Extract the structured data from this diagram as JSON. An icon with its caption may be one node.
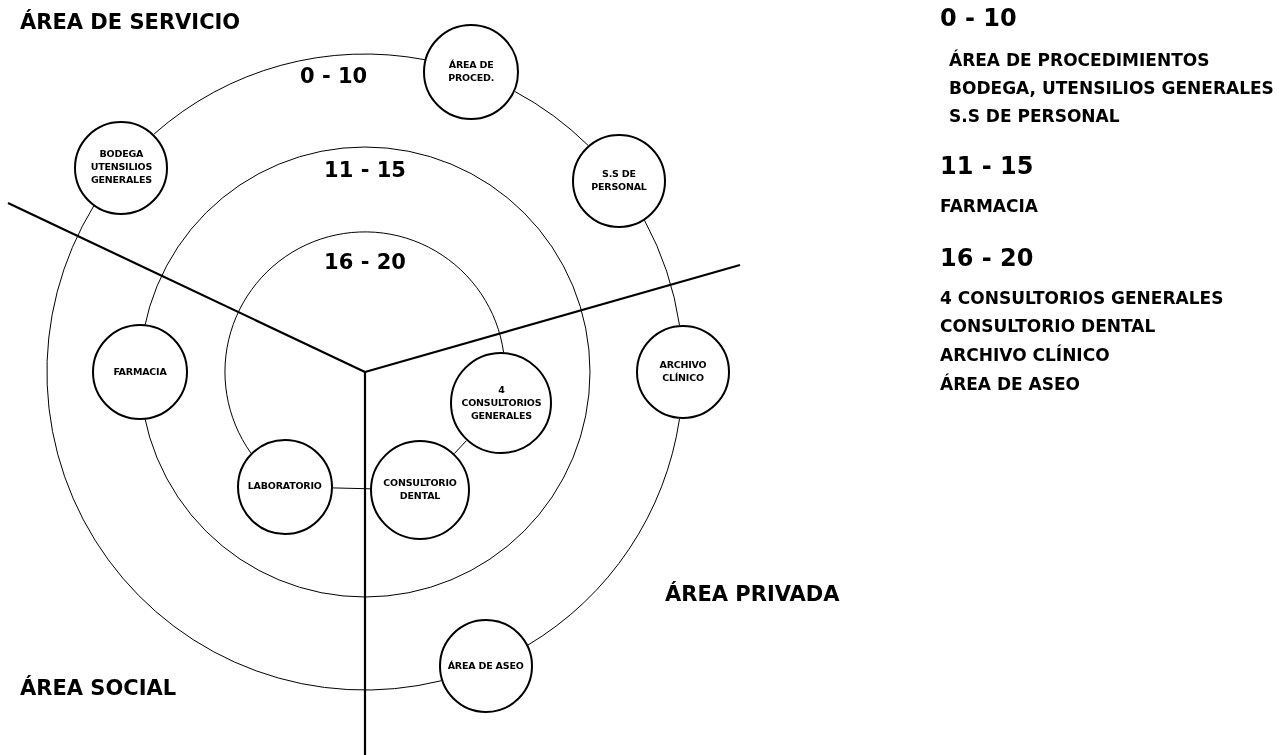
{
  "diagram": {
    "nodes": [
      {
        "text": [
          "ÁREA DE PROCED."
        ]
      },
      {
        "text": [
          "BODEGA UTENSILIOS GENERALES"
        ]
      },
      {
        "text": [
          "S.S DE PERSONAL"
        ]
      },
      {
        "text": [
          "FARMACIA"
        ]
      },
      {
        "text": [
          "4 CONSULTORIOS GENERALES"
        ]
      },
      {
        "text": [
          "ARCHIVO CLÍNICO"
        ]
      },
      {
        "text": [
          "LABORATORIO"
        ]
      },
      {
        "text": [
          "CONSULTORIO DENTAL"
        ]
      },
      {
        "text": [
          "ÁREA DE ASEO"
        ]
      }
    ],
    "edges": [
      {
        "from": 1,
        "to": 0,
        "arrow": "none"
      },
      {
        "from": 0,
        "to": 2,
        "arrow": "none"
      },
      {
        "from": 2,
        "to": 5,
        "arrow": "none"
      },
      {
        "from": 5,
        "to": 8,
        "arrow": "none"
      },
      {
        "from": 8,
        "to": 1,
        "arrow": "none"
      },
      {
        "from": 6,
        "to": 4,
        "arrow": "none"
      },
      {
        "from": 6,
        "to": 7,
        "arrow": "none"
      },
      {
        "from": 7,
        "to": 4,
        "arrow": "none"
      }
    ],
    "labels": [
      "ÁREA DE SERVICIO",
      "0 - 10",
      "11 - 15",
      "16 - 20",
      "0 - 10",
      "ÁREA DE PROCEDIMIENTOS",
      "BODEGA, UTENSILIOS GENERALES",
      "S.S DE PERSONAL",
      "11 - 15",
      "FARMACIA",
      "16 - 20",
      "4 CONSULTORIOS GENERALES",
      "CONSULTORIO DENTAL",
      "ARCHIVO CLÍNICO",
      "ÁREA DE ASEO",
      "ÁREA PRIVADA",
      "ÁREA SOCIAL"
    ]
  }
}
